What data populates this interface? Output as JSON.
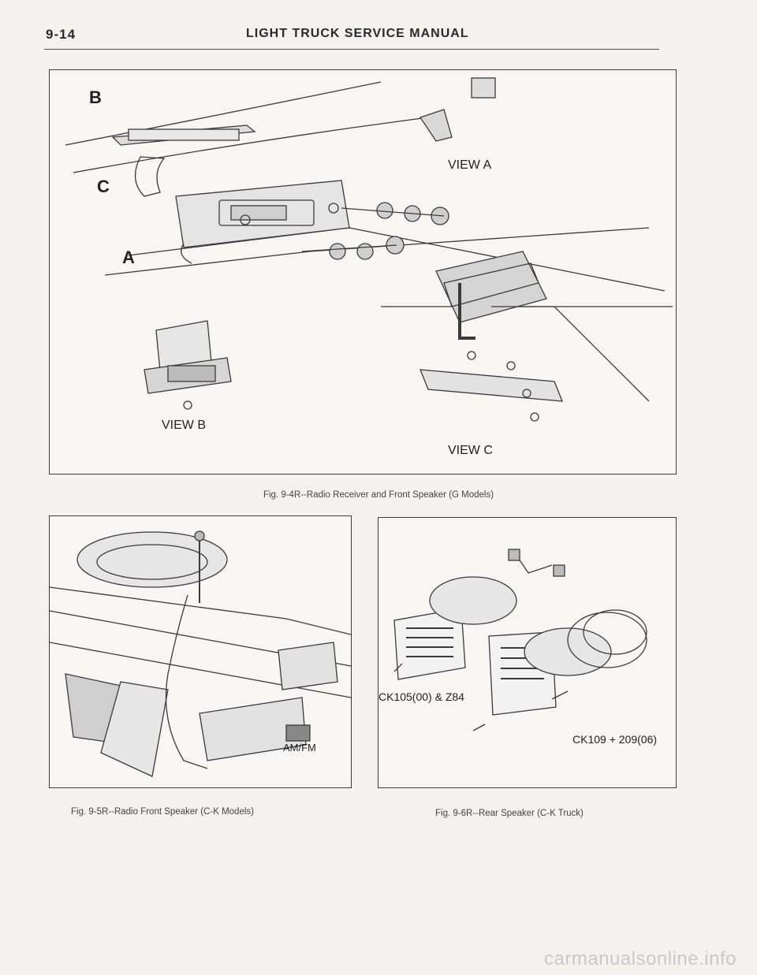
{
  "header": {
    "page_number": "9-14",
    "title": "LIGHT TRUCK SERVICE MANUAL"
  },
  "figures": {
    "fig4": {
      "caption": "Fig. 9-4R--Radio Receiver and Front Speaker (G Models)",
      "labels": {
        "b": "B",
        "c": "C",
        "a": "A",
        "view_a": "VIEW A",
        "view_b": "VIEW B",
        "view_c": "VIEW C"
      }
    },
    "fig5": {
      "caption": "Fig. 9-5R--Radio Front Speaker (C-K Models)",
      "labels": {
        "amfm": "AM/FM"
      }
    },
    "fig6": {
      "caption": "Fig. 9-6R--Rear Speaker (C-K Truck)",
      "labels": {
        "ck105": "CK105(00) & Z84",
        "ck109": "CK109 + 209(06)"
      }
    }
  },
  "watermark": "carmanualsonline.info"
}
